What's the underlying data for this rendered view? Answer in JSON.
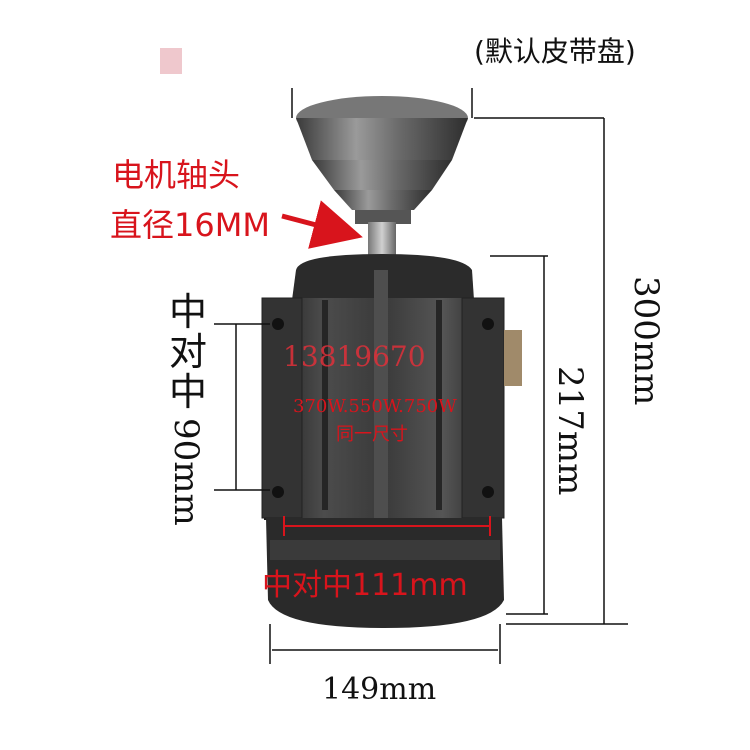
{
  "labels": {
    "default_pulley_note": "(默认皮带盘)",
    "shaft_line1": "电机轴头",
    "shaft_line2": "直径16MM",
    "left_chars": [
      "中",
      "对",
      "中"
    ],
    "left_value": "90mm",
    "base_spacing": "中对中111mm",
    "width_value": "149mm",
    "body_height": "217mm",
    "total_height": "300mm",
    "watermark": "13819670",
    "spec_power": "370W.550W.750W",
    "spec_same": "同一尺寸"
  },
  "colors": {
    "accent_red": "#d8141c",
    "motor_dark": "#2a2a2a",
    "motor_mid": "#4a4a4a",
    "motor_light": "#8a8a8a"
  }
}
